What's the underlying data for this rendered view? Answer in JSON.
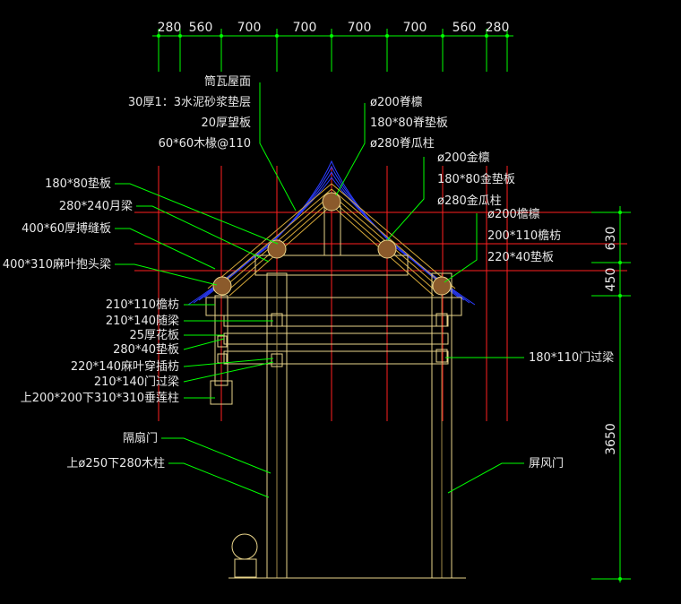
{
  "colors": {
    "background": "#000000",
    "dimension": "#00ff00",
    "axis": "#ff2020",
    "roof": "#2a3cff",
    "timber": "#e9d48a",
    "rafter": "#d6a93a",
    "text": "#e8e8e8"
  },
  "dimensions": {
    "top": [
      "280",
      "560",
      "700",
      "700",
      "700",
      "700",
      "560",
      "280"
    ],
    "right": [
      "630",
      "450",
      "3650"
    ]
  },
  "labels": {
    "center_left": [
      "筒瓦屋面",
      "30厚1：3水泥砂浆垫层",
      "20厚望板",
      "60*60木椽@110"
    ],
    "center_right": [
      "ø200脊檩",
      "180*80脊垫板",
      "ø280脊瓜柱"
    ],
    "mid_right": [
      "ø200金檩",
      "180*80金垫板",
      "ø280金瓜柱"
    ],
    "right": [
      "ø200檐檩",
      "200*110檐枋",
      "220*40垫板"
    ],
    "right_lower": "180*110门过梁",
    "right_bottom": "屏风门",
    "left_upper": [
      "180*80垫板",
      "280*240月梁",
      "400*60厚搏缝板",
      "400*310麻叶抱头梁"
    ],
    "left_middle": [
      "210*110檐枋",
      "210*140随梁",
      "25厚花板",
      "280*40垫板",
      "220*140麻叶穿插枋",
      "210*140门过梁",
      "上200*200下310*310垂莲柱"
    ],
    "left_bottom": [
      "隔扇门",
      "上ø250下280木柱"
    ]
  }
}
